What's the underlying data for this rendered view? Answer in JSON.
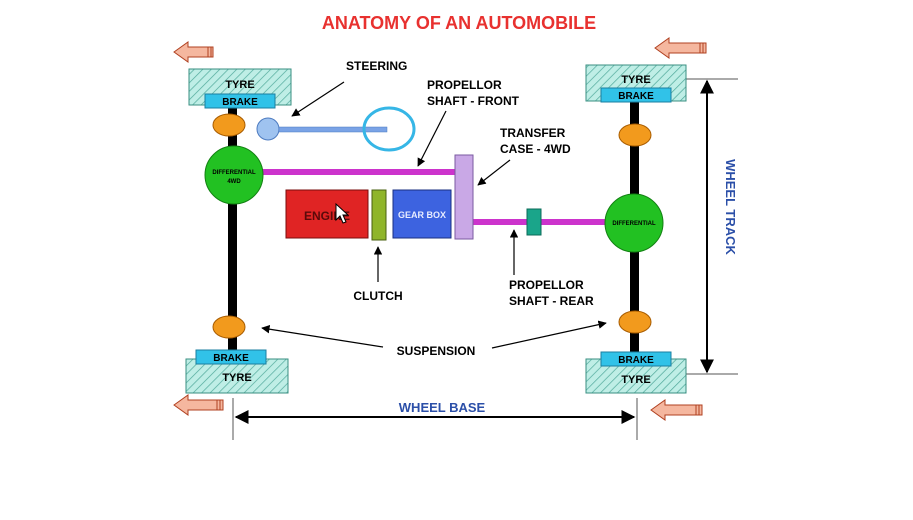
{
  "title": "ANATOMY OF AN AUTOMOBILE",
  "labels": {
    "steering": "STEERING",
    "propeller_front_1": "PROPELLOR",
    "propeller_front_2": "SHAFT - FRONT",
    "transfer_1": "TRANSFER",
    "transfer_2": "CASE - 4WD",
    "clutch": "CLUTCH",
    "propeller_rear_1": "PROPELLOR",
    "propeller_rear_2": "SHAFT - REAR",
    "suspension": "SUSPENSION",
    "wheel_base": "WHEEL BASE",
    "wheel_track": "WHEEL TRACK"
  },
  "components": {
    "engine": "ENGINE",
    "gear_box": "GEAR BOX",
    "front_differential_1": "DIFFERENTIAL",
    "front_differential_2": "4WD",
    "rear_differential": "DIFFERENTIAL"
  },
  "wheels": {
    "front_left": {
      "tyre": "TYRE",
      "brake": "BRAKE"
    },
    "rear_left": {
      "tyre": "TYRE",
      "brake": "BRAKE"
    },
    "front_right": {
      "tyre": "TYRE",
      "brake": "BRAKE"
    },
    "rear_right": {
      "tyre": "TYRE",
      "brake": "BRAKE"
    }
  },
  "colors": {
    "title": "#e8312f",
    "label_blue": "#2b4fa8",
    "engine": "#e02424",
    "gear_box": "#3d63e0",
    "clutch": "#8fb52a",
    "transfer_case": "#c9a8e6",
    "shaft": "#cc33cc",
    "differential": "#22c122",
    "suspension": "#f29a1d",
    "brake": "#31c2e8",
    "tyre": "#9fe3d8",
    "steering": "#36b6e6",
    "arrow_fill": "#e8785a"
  }
}
